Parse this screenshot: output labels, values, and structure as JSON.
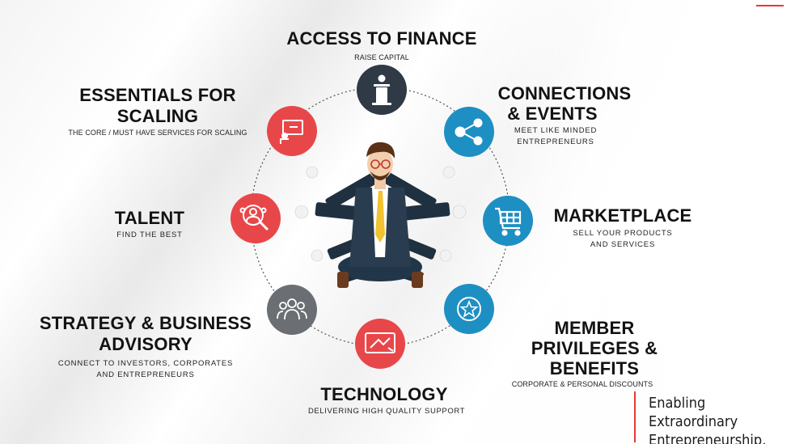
{
  "colors": {
    "red": "#e8474a",
    "blue": "#1e8fc3",
    "navy": "#2f3a46",
    "grey": "#6b6f73",
    "accent_line": "#e53935"
  },
  "sections": {
    "finance": {
      "title": "ACCESS TO FINANCE",
      "subtitle": "RAISE CAPITAL",
      "icon": "podium-icon"
    },
    "connections": {
      "title_line1": "CONNECTIONS",
      "title_line2": "& EVENTS",
      "subtitle_line1": "MEET LIKE MINDED",
      "subtitle_line2": "ENTREPRENEURS",
      "icon": "share-icon"
    },
    "marketplace": {
      "title": "MARKETPLACE",
      "subtitle_line1": "SELL YOUR PRODUCTS",
      "subtitle_line2": "AND SERVICES",
      "icon": "shopping-cart-icon"
    },
    "member": {
      "title_line1": "MEMBER",
      "title_line2": "PRIVILEGES &",
      "title_line3": "BENEFITS",
      "subtitle": "CORPORATE & PERSONAL DISCOUNTS",
      "icon": "star-badge-icon"
    },
    "technology": {
      "title": "TECHNOLOGY",
      "subtitle": "DELIVERING HIGH QUALITY SUPPORT",
      "icon": "monitor-icon"
    },
    "strategy": {
      "title_line1": "STRATEGY & BUSINESS",
      "title_line2": "ADVISORY",
      "subtitle_line1": "CONNECT TO INVESTORS, CORPORATES",
      "subtitle_line2": "AND ENTREPRENEURS",
      "icon": "people-group-icon"
    },
    "talent": {
      "title": "TALENT",
      "subtitle": "FIND THE BEST",
      "icon": "talent-search-icon"
    },
    "essentials": {
      "title_line1": "ESSENTIALS FOR",
      "title_line2": "SCALING",
      "subtitle": "THE CORE / MUST HAVE SERVICES FOR SCALING",
      "icon": "presentation-icon"
    }
  },
  "tagline": {
    "line1": "Enabling Extraordinary",
    "line2": "Entrepreneurship."
  }
}
